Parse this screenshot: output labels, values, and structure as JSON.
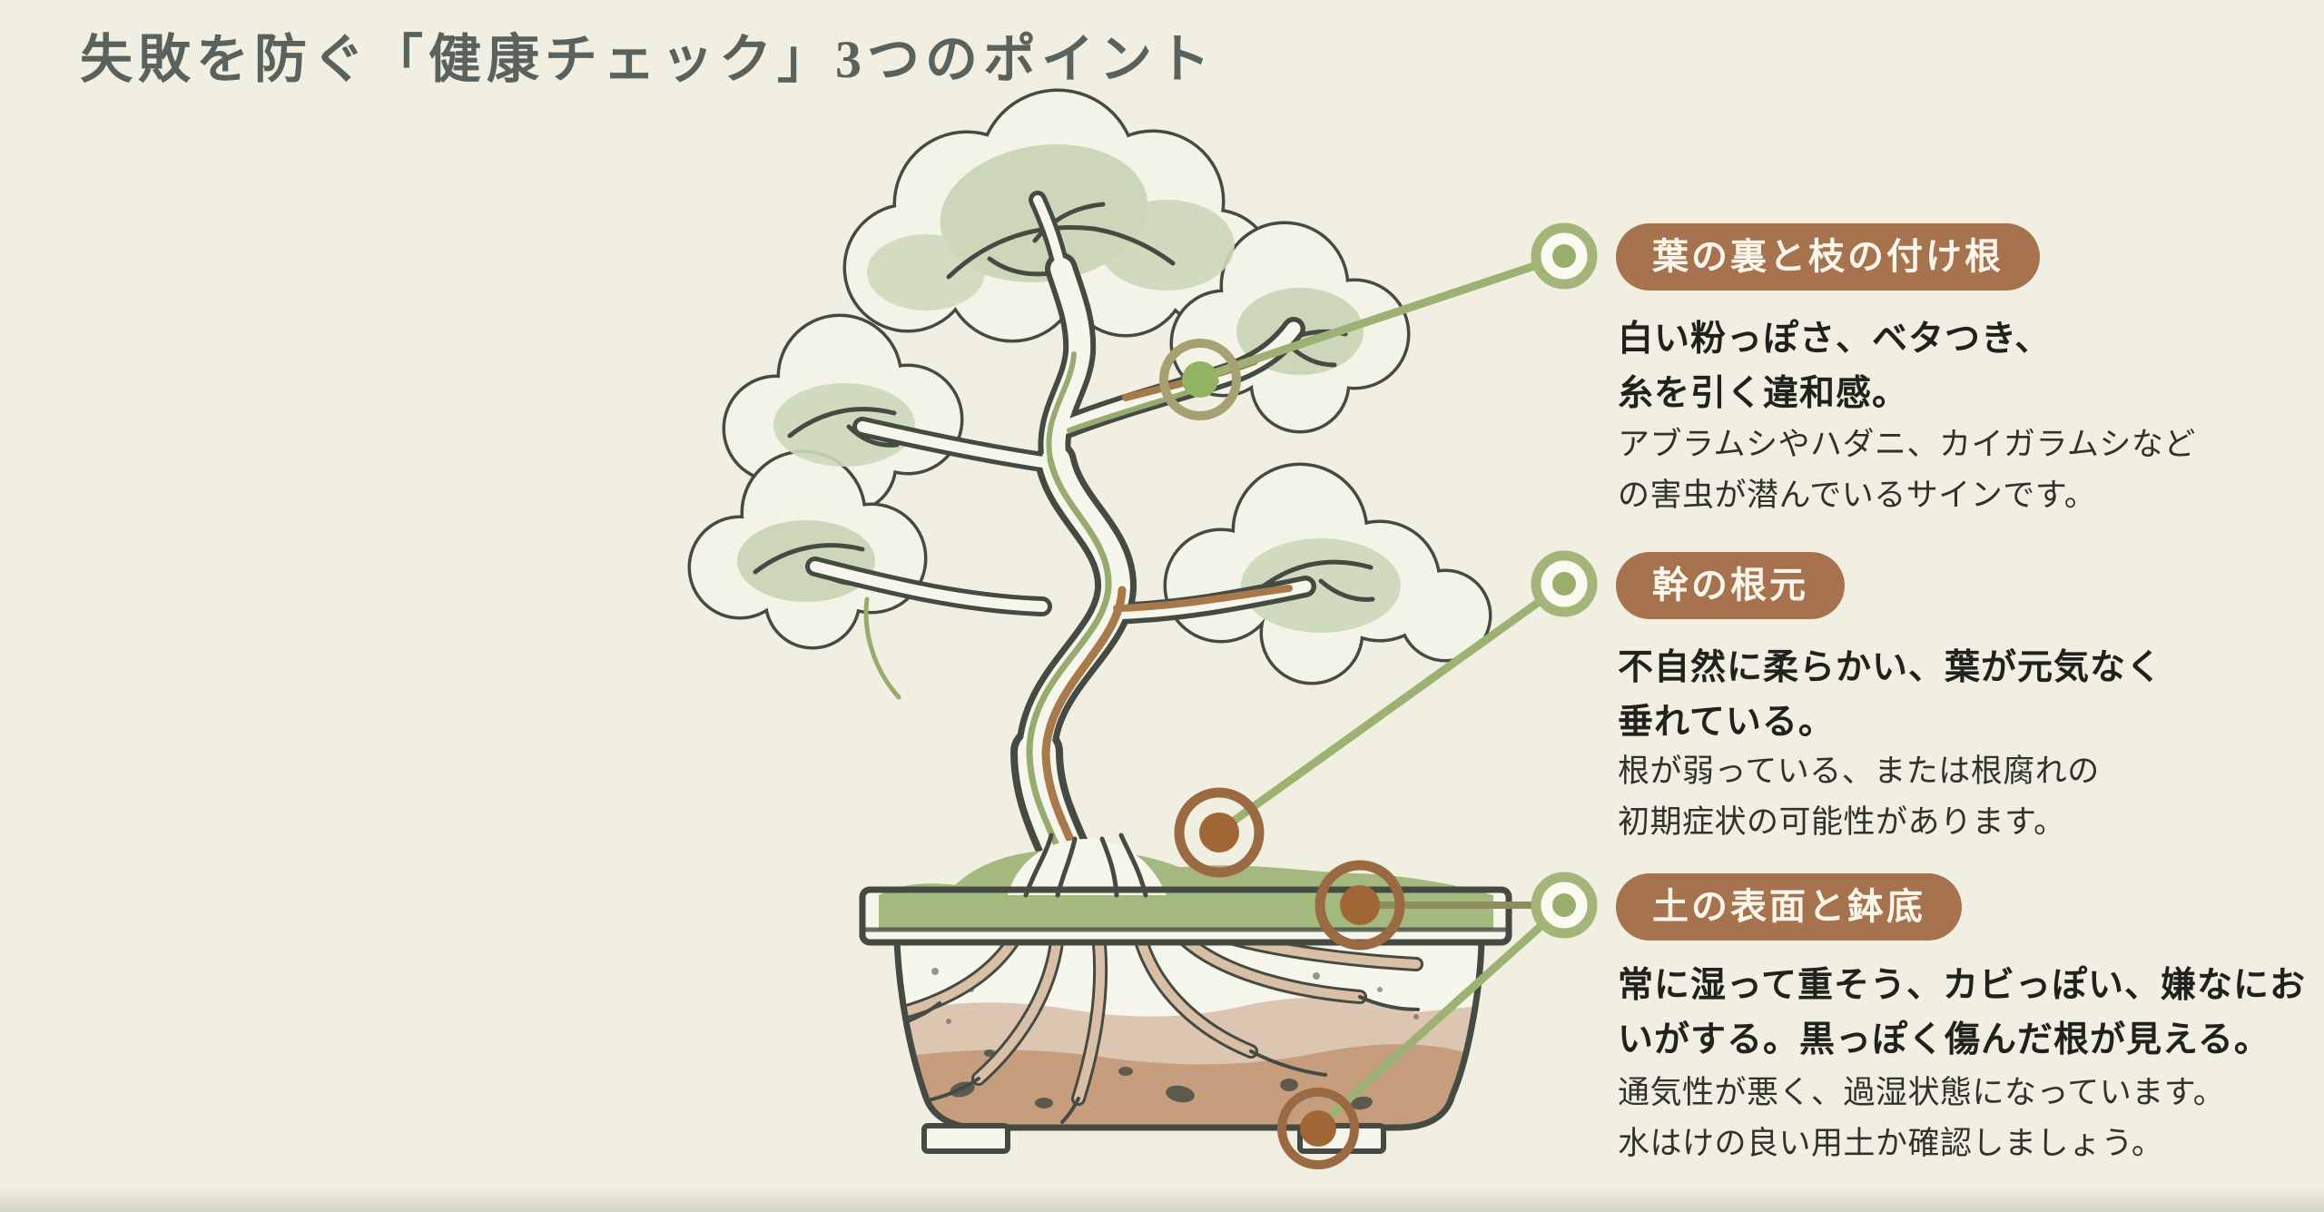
{
  "title": {
    "text": "失敗を防ぐ「健康チェック」3つのポイント"
  },
  "callouts": [
    {
      "label": "葉の裏と枝の付け根",
      "headline_lines": [
        "白い粉っぽさ、ベタつき、",
        "糸を引く違和感。"
      ],
      "description_lines": [
        "アブラムシやハダニ、カイガラムシなど",
        "の害虫が潜んでいるサインです。"
      ]
    },
    {
      "label": "幹の根元",
      "headline_lines": [
        "不自然に柔らかい、葉が元気なく",
        "垂れている。"
      ],
      "description_lines": [
        "根が弱っている、または根腐れの",
        "初期症状の可能性があります。"
      ]
    },
    {
      "label": "土の表面と鉢底",
      "headline_lines": [
        "常に湿って重そう、カビっぽい、嫌なにお",
        "いがする。黒っぽく傷んだ根が見える。"
      ],
      "description_lines": [
        "通気性が悪く、過湿状態になっています。",
        "水はけの良い用土か確認しましょう。"
      ]
    }
  ],
  "illustration": {
    "subject": "bonsai-tree-in-pot-cross-section",
    "markers": [
      {
        "name": "leaf-branch-junction-marker",
        "style": "olive-ring-green-dot"
      },
      {
        "name": "trunk-base-marker",
        "style": "brown-ring-brown-dot"
      },
      {
        "name": "soil-surface-marker",
        "style": "brown-ring-brown-dot"
      },
      {
        "name": "pot-bottom-marker",
        "style": "brown-ring-brown-dot"
      }
    ]
  },
  "colors": {
    "bg": "#f0efe2",
    "title_color": "#59625c",
    "pill_brown": "#a7734e",
    "pill_text": "#fbf6ec",
    "headline_color": "#21211d",
    "desc_color": "#32322c",
    "leaf_outline": "#454a43",
    "leaf_fill": "#f4f3e7",
    "sage": "#ccd7ba",
    "trunk_brown": "#a87a4b",
    "branch_green": "#97ab6f",
    "moss_green": "#a3b97e",
    "connector_green": "#9cb172",
    "connector_olive": "#8d8d5e",
    "marker_brown_ring": "#9b6a42",
    "marker_brown_dot": "#a06636",
    "marker_olive_ring": "#a5a172",
    "marker_green_dot": "#92b264",
    "donut_green": "#a3b578",
    "donut_center": "#9cae6d",
    "soil_mid": "#dcc6b2",
    "soil_low": "#c69e7e",
    "root_tan": "#d8bfa6",
    "pot_cream": "#f7f6ec"
  }
}
